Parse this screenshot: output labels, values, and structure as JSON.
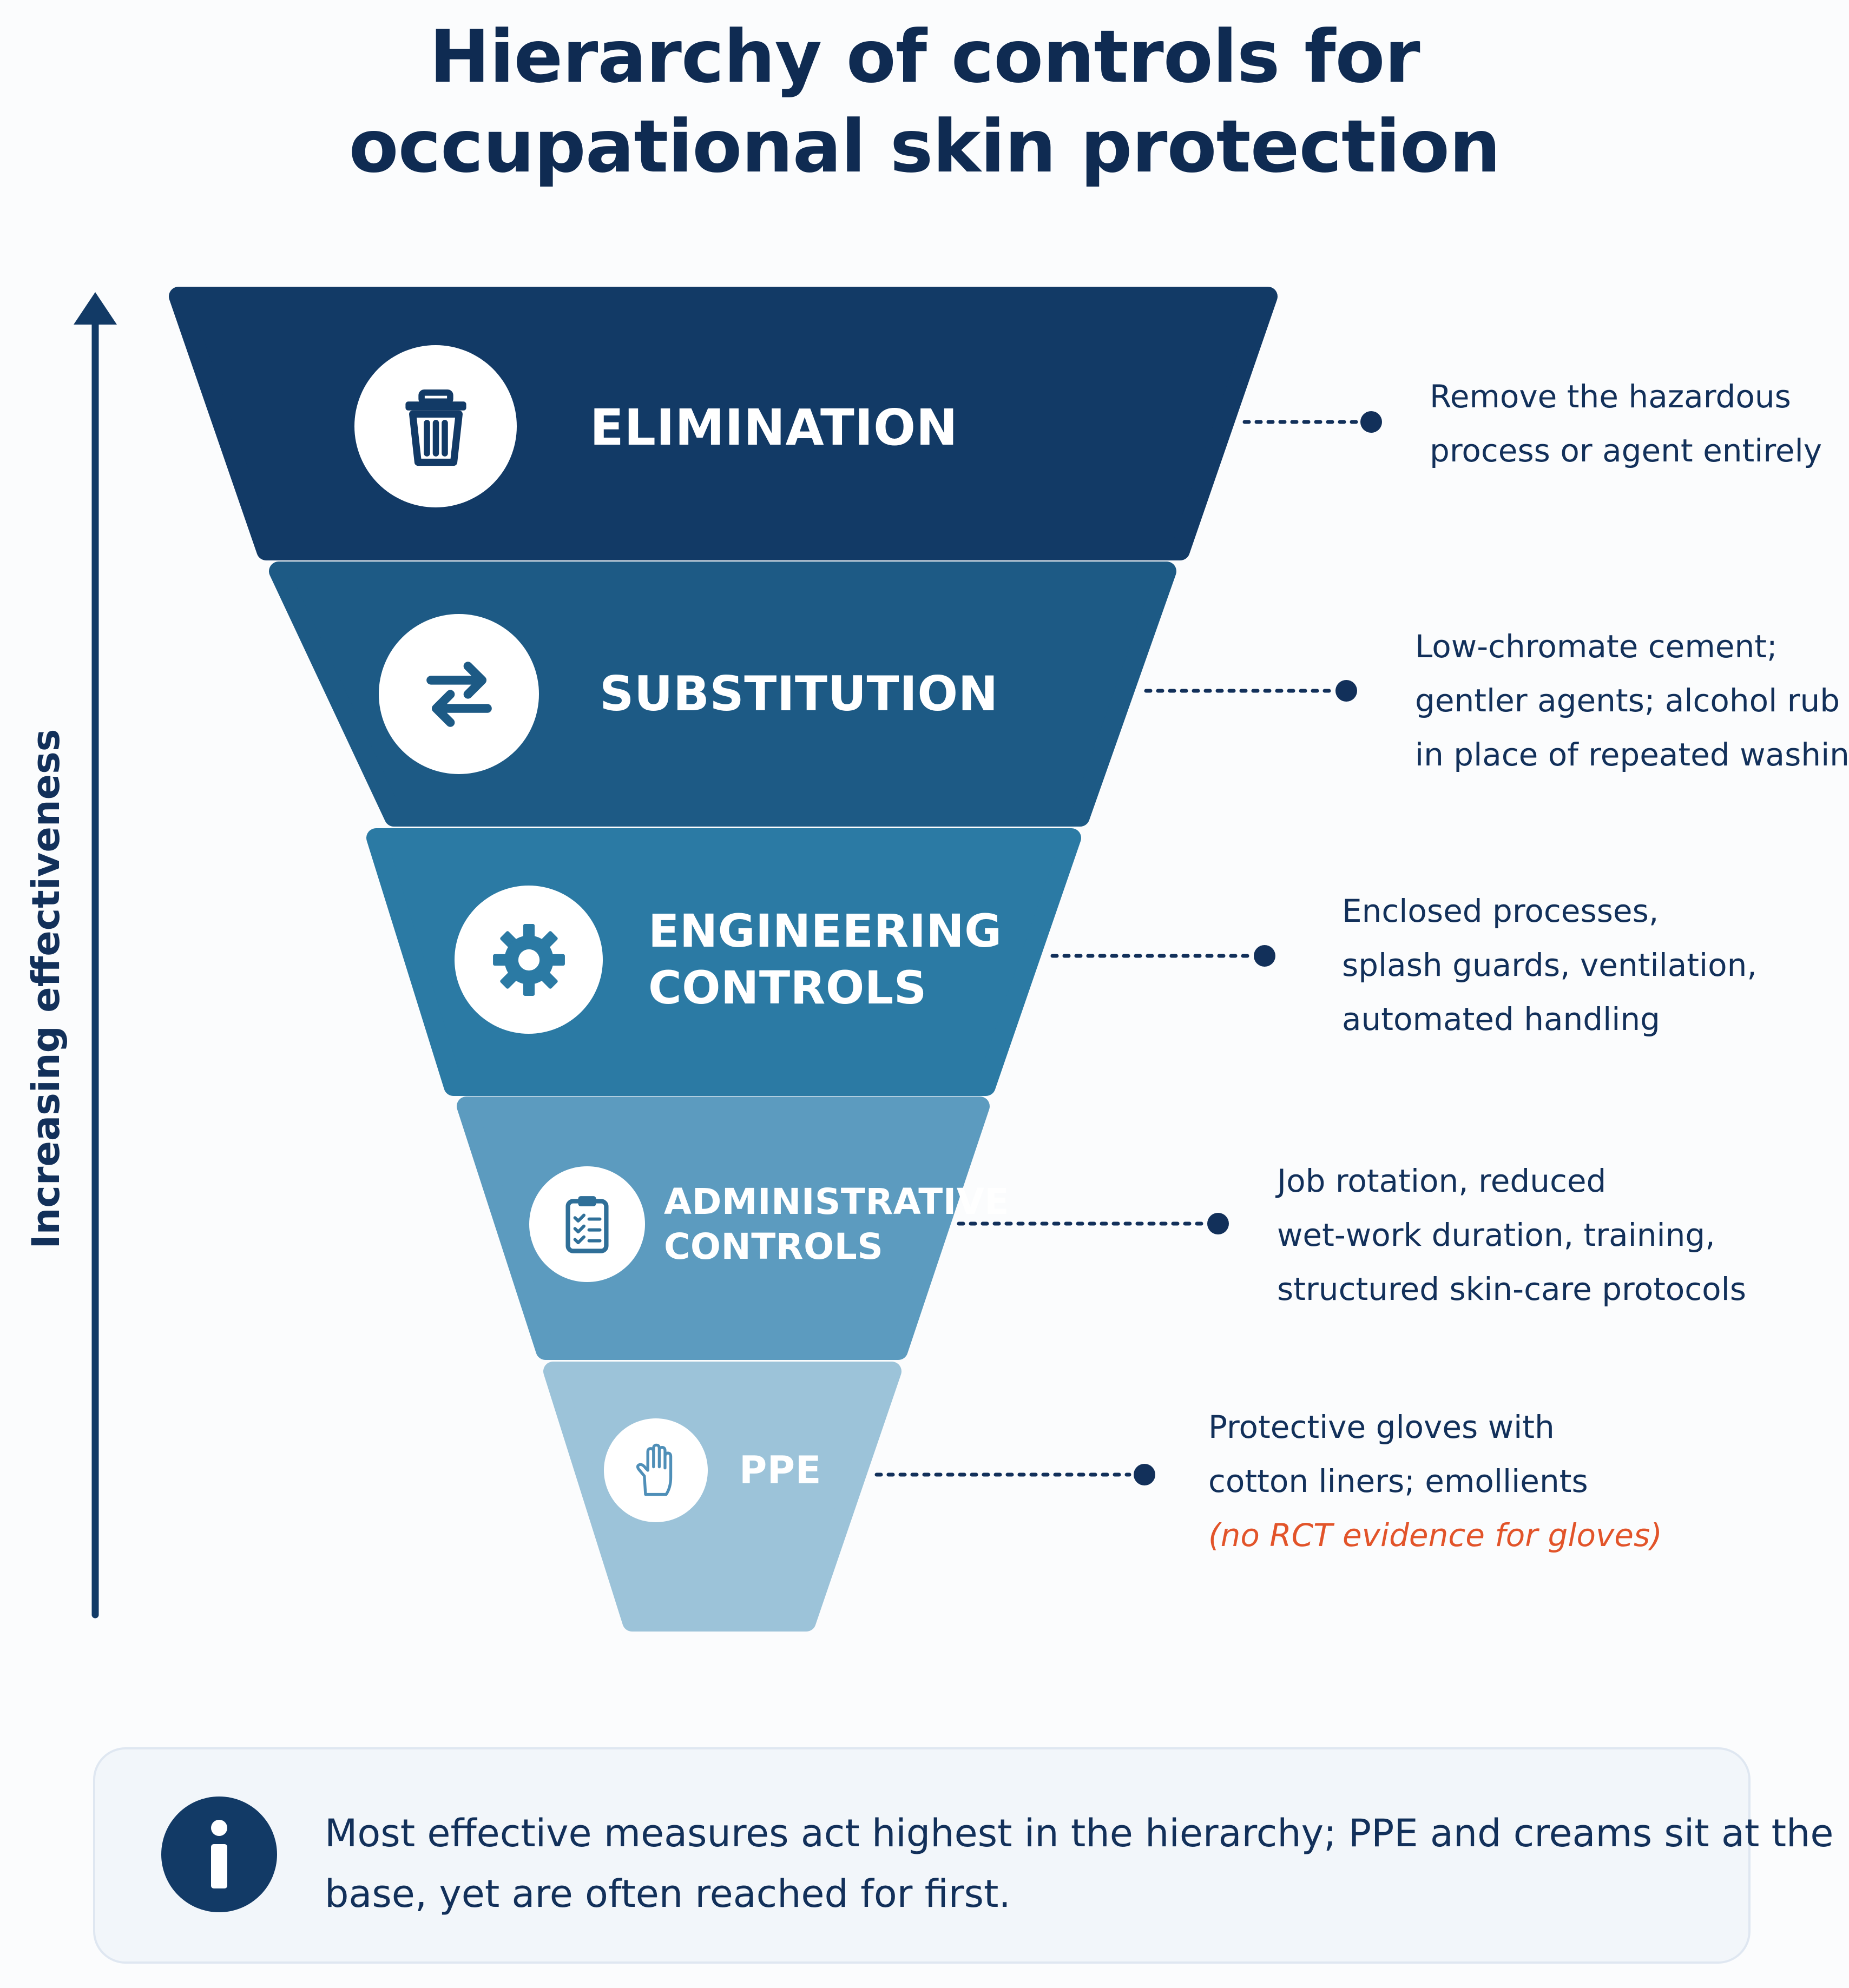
{
  "title": {
    "line1": "Hierarchy of controls for",
    "line2": "occupational skin protection"
  },
  "axis": {
    "label": "Increasing effectiveness",
    "direction": "up",
    "color": "#123a66"
  },
  "levels": [
    {
      "label_lines": [
        "ELIMINATION"
      ],
      "icon": "trash-can-icon",
      "color": "#123a66",
      "description": [
        "Remove the hazardous",
        "process or agent entirely"
      ],
      "note": ""
    },
    {
      "label_lines": [
        "SUBSTITUTION"
      ],
      "icon": "swap-arrows-icon",
      "color": "#1d5a85",
      "description": [
        "Low-chromate cement;",
        "gentler agents; alcohol rub",
        "in place of repeated washing"
      ],
      "note": ""
    },
    {
      "label_lines": [
        "ENGINEERING",
        "CONTROLS"
      ],
      "icon": "gear-icon",
      "color": "#2b7aa4",
      "description": [
        "Enclosed processes,",
        "splash guards, ventilation,",
        "automated handling"
      ],
      "note": ""
    },
    {
      "label_lines": [
        "ADMINISTRATIVE",
        "CONTROLS"
      ],
      "icon": "clipboard-checklist-icon",
      "color": "#5c9bbf",
      "description": [
        "Job rotation, reduced",
        "wet-work duration, training,",
        "structured skin-care protocols"
      ],
      "note": ""
    },
    {
      "label_lines": [
        "PPE"
      ],
      "icon": "hand-glove-icon",
      "color": "#9cc3d9",
      "description": [
        "Protective gloves with",
        "cotton liners; emollients"
      ],
      "note": "(no RCT evidence for gloves)",
      "note_color": "#e2542a"
    }
  ],
  "info_box": {
    "icon": "info-icon",
    "line1": "Most effective measures act highest in the hierarchy; PPE and creams sit at the",
    "line2": "base, yet are often reached for first."
  },
  "colors": {
    "connector": "#12305a",
    "background": "#fbfcfd",
    "info_box_fill": "#f2f6fa"
  }
}
